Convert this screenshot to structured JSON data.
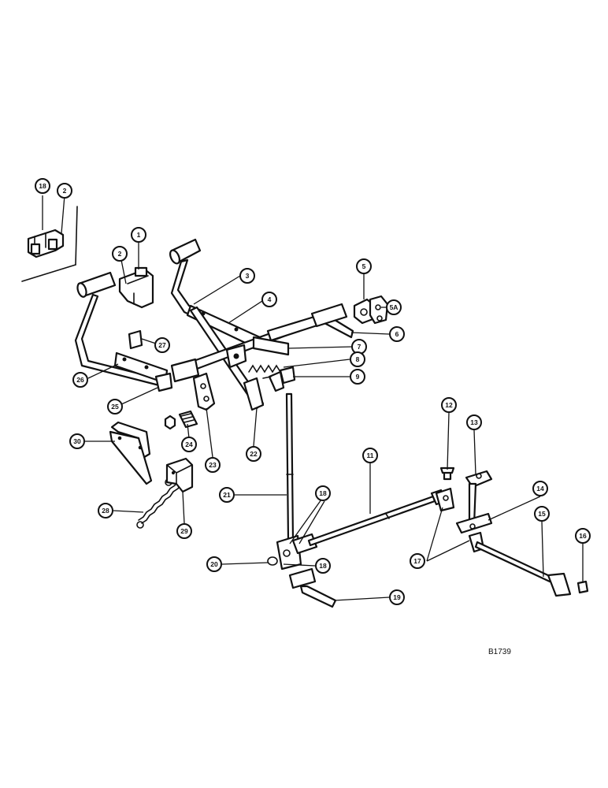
{
  "drawing_code": "B1739",
  "callouts": {
    "c18a": "18",
    "c2a": "2",
    "c1": "1",
    "c2b": "2",
    "c3": "3",
    "c4": "4",
    "c5": "5",
    "c5a": "5A",
    "c6": "6",
    "c7": "7",
    "c8": "8",
    "c9": "9",
    "c27": "27",
    "c26": "26",
    "c25": "25",
    "c24": "24",
    "c23": "23",
    "c22": "22",
    "c30": "30",
    "c28": "28",
    "c29": "29",
    "c21": "21",
    "c18b": "18",
    "c18c": "18",
    "c11": "11",
    "c12": "12",
    "c13": "13",
    "c14": "14",
    "c15": "15",
    "c16": "16",
    "c17": "17",
    "c19": "19",
    "c20": "20"
  }
}
